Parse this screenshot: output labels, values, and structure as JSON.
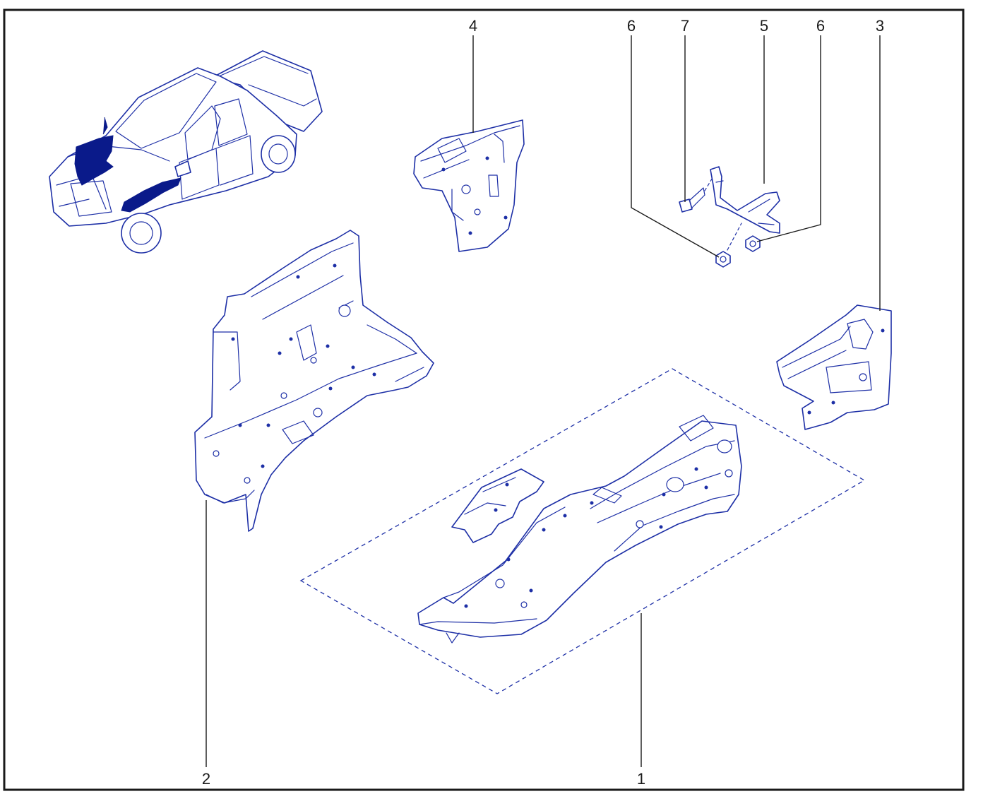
{
  "callouts": {
    "c1": "1",
    "c2": "2",
    "c3": "3",
    "c4": "4",
    "c5": "5",
    "c6a": "6",
    "c6b": "6",
    "c7": "7"
  },
  "colors": {
    "line": "#1d2fa6",
    "highlight": "#0a1a8a",
    "frame": "#1a1a1a"
  },
  "icons": [
    "pickup-truck-locator",
    "front-floor-panel",
    "side-panel",
    "bracket",
    "bolt",
    "nut"
  ]
}
